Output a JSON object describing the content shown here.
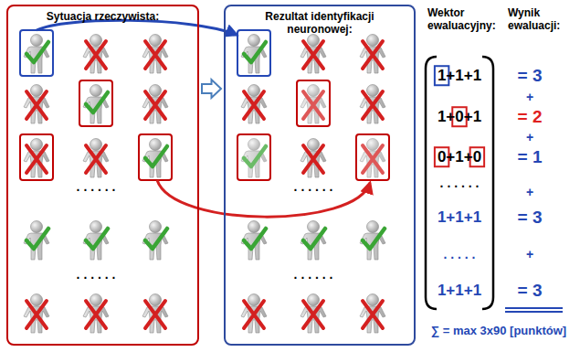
{
  "diagram": {
    "nodes": [
      {
        "text": [
          "Sytuacja rzeczywista:"
        ]
      },
      {
        "text": [
          "Rezultat identyfikacji neuronowej:"
        ]
      }
    ],
    "edges": [
      {
        "from": 0,
        "to": 1,
        "arrow": "to"
      }
    ],
    "labels": [
      "Wektor ewaluacyjny:",
      "Wynik ewaluacji:",
      ". . . . . .",
      ". . . . . .",
      ". . . . . .",
      ". . . . . .",
      "1+1+1",
      "1+0+1",
      "0+1+0",
      ". . . . . .",
      "1+1+1",
      ". . . . .",
      "1+1+1",
      "= 3",
      "+",
      "= 2",
      "+",
      "= 1",
      "+",
      "= 3",
      "+",
      "= 3",
      "∑ = max 3x90 [punktów]"
    ]
  }
}
